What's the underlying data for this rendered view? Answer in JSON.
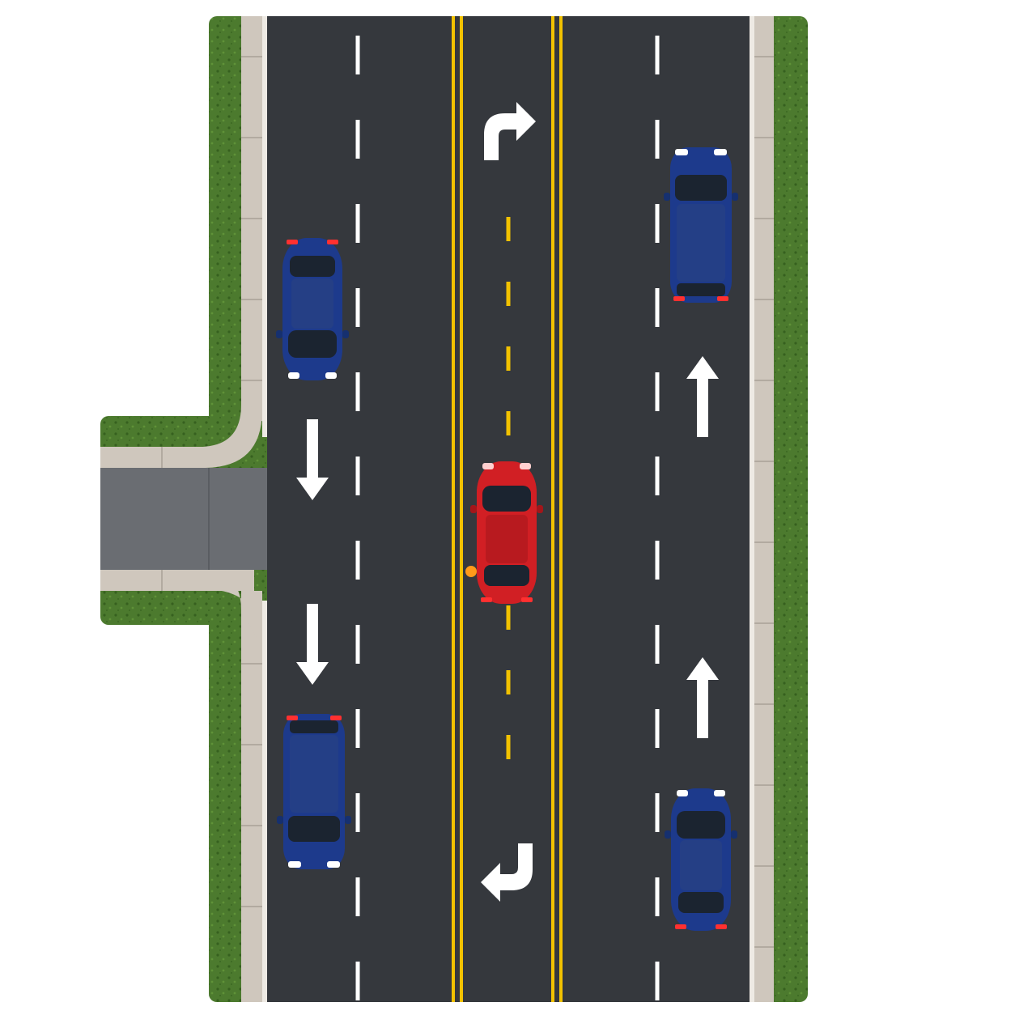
{
  "scene": {
    "kind": "top-down road",
    "colors": {
      "grass": "#4c7a2e",
      "grass_dark": "#36601f",
      "sidewalk": "#cfc7bd",
      "sidewalk_joint": "#a9a196",
      "curb": "#eeeae4",
      "asphalt": "#35383d",
      "side_street": "#6a6d72",
      "lane_white": "#ffffff",
      "lane_yellow": "#f2c200",
      "car_blue": "#1d3a8c",
      "car_red": "#d11f24",
      "glass": "#1b2430",
      "tail_light": "#ff3030",
      "headlight": "#ffffff",
      "turn_signal": "#ff9a1a"
    },
    "lanes": [
      {
        "id": "southbound-lane",
        "direction": "down"
      },
      {
        "id": "center-two-way-left-turn-lane",
        "direction": "both"
      },
      {
        "id": "northbound-lane",
        "direction": "up"
      }
    ],
    "markings": [
      {
        "id": "arrow-down-1",
        "icon": "straight-arrow-down-icon"
      },
      {
        "id": "arrow-down-2",
        "icon": "straight-arrow-down-icon"
      },
      {
        "id": "arrow-up-1",
        "icon": "straight-arrow-up-icon"
      },
      {
        "id": "arrow-up-2",
        "icon": "straight-arrow-up-icon"
      },
      {
        "id": "turn-right-arrow",
        "icon": "turn-right-arrow-icon"
      },
      {
        "id": "turn-left-arrow",
        "icon": "turn-left-arrow-icon"
      }
    ],
    "vehicles": [
      {
        "id": "car-southbound-1",
        "type": "sedan",
        "color": "blue",
        "facing": "down"
      },
      {
        "id": "car-southbound-2",
        "type": "suv",
        "color": "blue",
        "facing": "down"
      },
      {
        "id": "car-northbound-1",
        "type": "suv",
        "color": "blue",
        "facing": "up"
      },
      {
        "id": "car-northbound-2",
        "type": "sedan",
        "color": "blue",
        "facing": "up"
      },
      {
        "id": "car-center-turning",
        "type": "sedan",
        "color": "red",
        "facing": "up",
        "turn_signal": "left"
      }
    ]
  }
}
